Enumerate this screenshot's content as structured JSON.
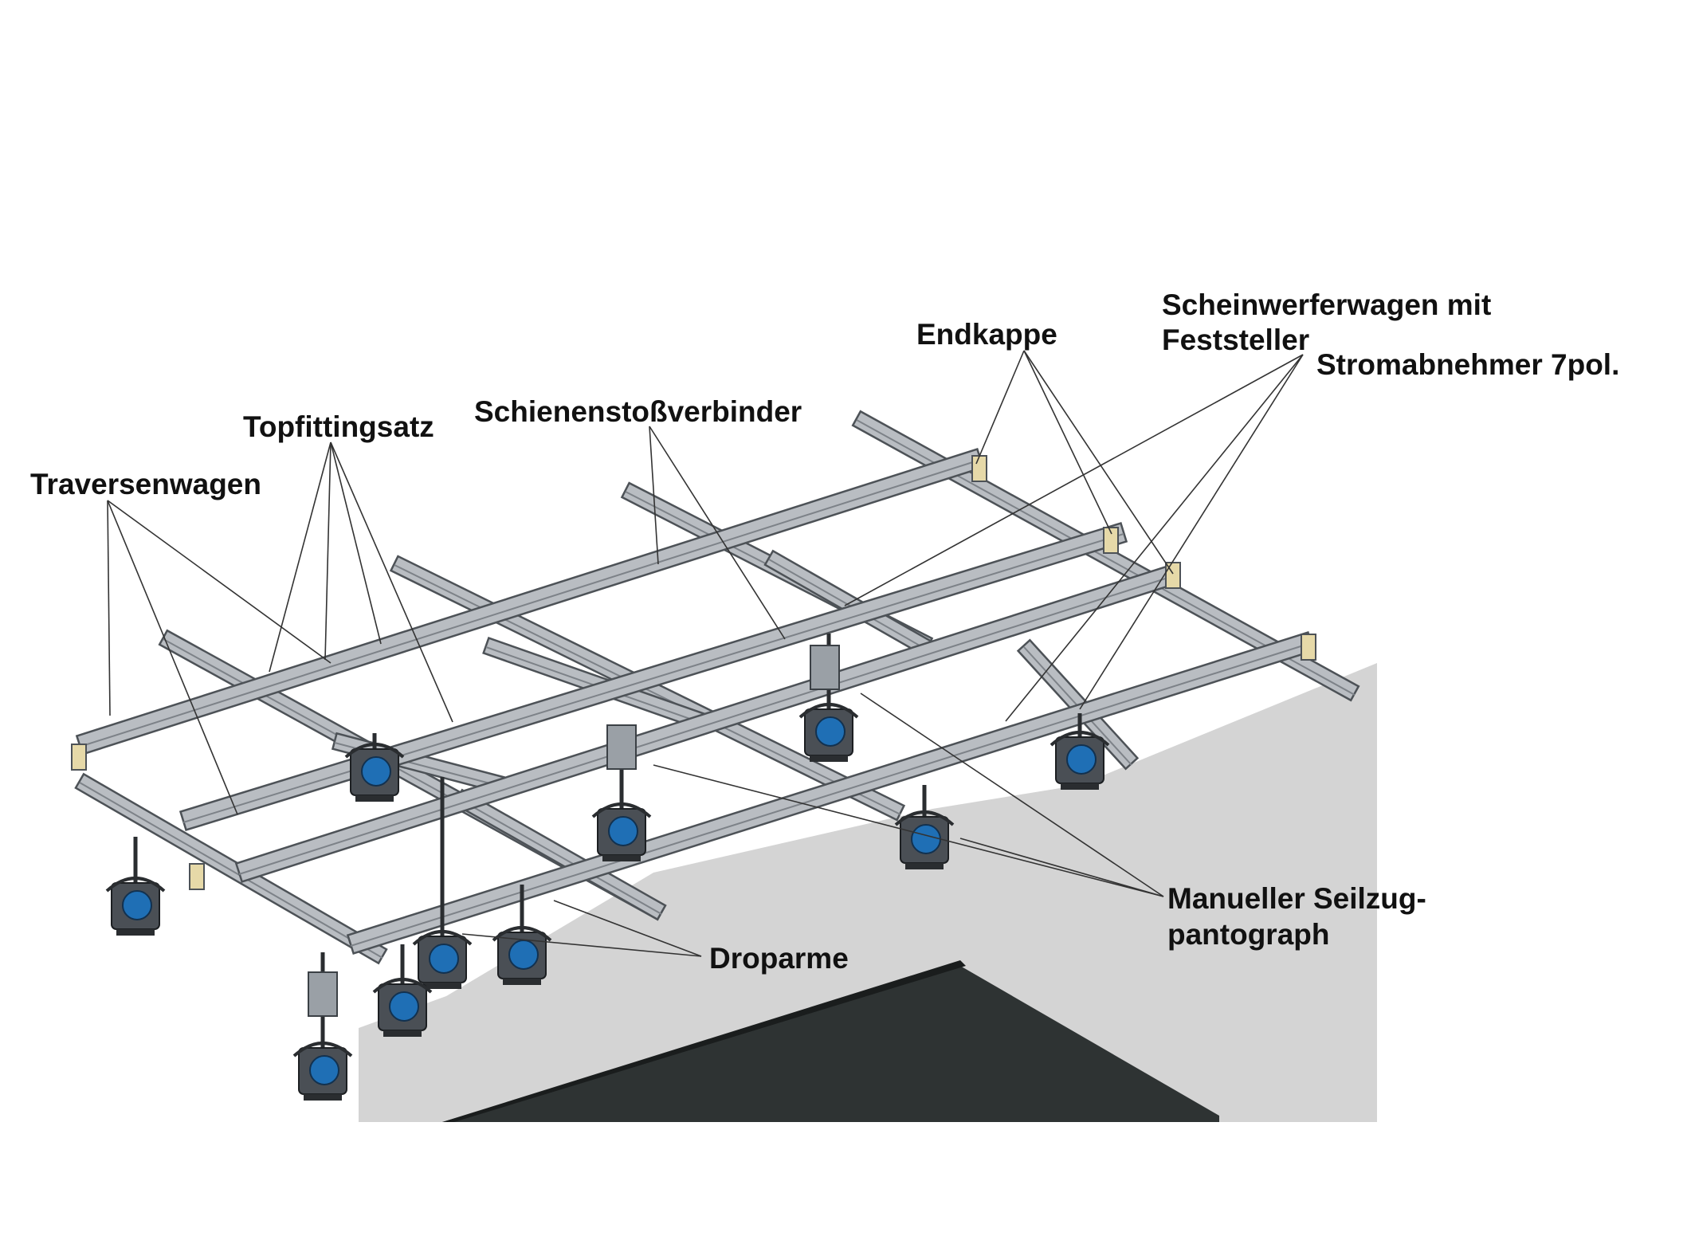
{
  "diagram": {
    "labels": {
      "traversenwagen": "Traversenwagen",
      "topfittingsatz": "Topfittingsatz",
      "schienenstossverbinder": "Schienenstoßverbinder",
      "endkappe": "Endkappe",
      "scheinwerferwagen_line1": "Scheinwerferwagen mit",
      "scheinwerferwagen_line2": "Feststeller",
      "stromabnehmer": "Stromabnehmer 7pol.",
      "seilzug_line1": "Manueller Seilzug-",
      "seilzug_line2": "pantograph",
      "droparme": "Droparme"
    },
    "colors": {
      "rail": "#b9bdc2",
      "rail_edge": "#4d5257",
      "wall": "#d4d4d4",
      "roof": "#2e3333",
      "fixture_body": "#4a4f55",
      "fixture_accent": "#1f6fb5",
      "leader_line": "#333333",
      "text": "#111111"
    }
  }
}
